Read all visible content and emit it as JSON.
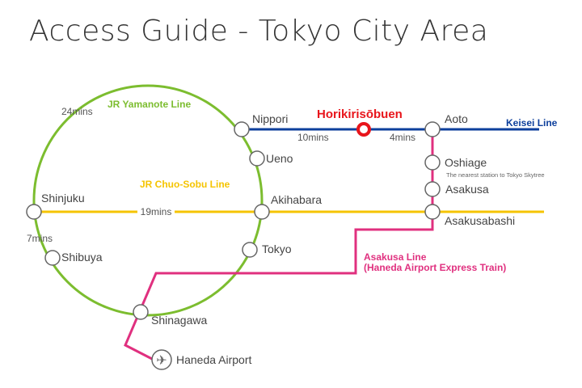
{
  "title": "Access Guide - Tokyo City Area",
  "colors": {
    "yamanote": "#7cbd2f",
    "chuo": "#f5c400",
    "keisei": "#0d3f9c",
    "asakusa": "#e0307f",
    "highlight": "#e8151b"
  },
  "lines": {
    "yamanote": "JR Yamanote Line",
    "chuo": "JR Chuo-Sobu Line",
    "keisei": "Keisei Line",
    "asakusa1": "Asakusa Line",
    "asakusa2": "(Haneda Airport Express Train)"
  },
  "stations": {
    "nippori": "Nippori",
    "ueno": "Ueno",
    "akihabara": "Akihabara",
    "tokyo": "Tokyo",
    "shinjuku": "Shinjuku",
    "shibuya": "Shibuya",
    "shinagawa": "Shinagawa",
    "haneda": "Haneda Airport",
    "horikiri": "Horikirisōbuen",
    "aoto": "Aoto",
    "oshiage": "Oshiage",
    "asakusa": "Asakusa",
    "asakusabashi": "Asakusabashi"
  },
  "notes": {
    "oshiage": "The nearest station to Tokyo Skytree"
  },
  "times": {
    "t24": "24mins",
    "t19": "19mins",
    "t7": "7mins",
    "t10": "10mins",
    "t4": "4mins"
  }
}
